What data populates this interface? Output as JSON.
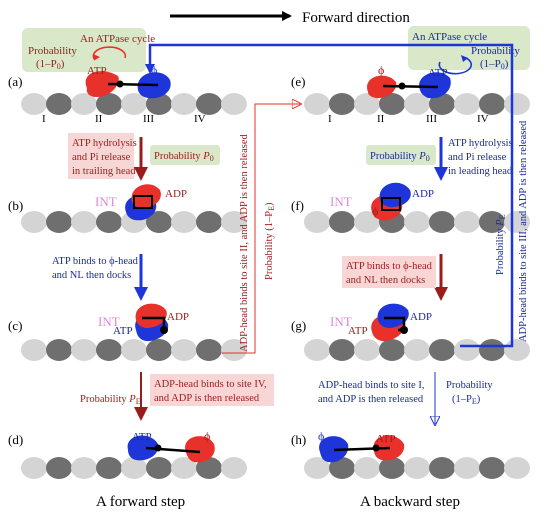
{
  "colors": {
    "red": "#e8312a",
    "blue": "#1e35d9",
    "brown": "#9b1c1c",
    "darkred": "#8b1a1a",
    "navy": "#1b2a9a",
    "pink_bg": "#f9d6d6",
    "green_bg": "#d8e8c9",
    "int_pink": "#d98ad9",
    "site_light": "#d4d4d4",
    "site_dark": "#6f6f6f",
    "black": "#000000"
  },
  "header": {
    "forward_direction": "Forward direction"
  },
  "panels": {
    "a": "(a)",
    "b": "(b)",
    "c": "(c)",
    "d": "(d)",
    "e": "(e)",
    "f": "(f)",
    "g": "(g)",
    "h": "(h)"
  },
  "sites": {
    "I": "I",
    "II": "II",
    "III": "III",
    "IV": "IV"
  },
  "cycle": {
    "left_title": "An ATPase cycle",
    "right_title": "An ATPase  cycle",
    "probability": "Probability",
    "one_minus_p0": "(1–P",
    "sub_0": "0",
    "close_paren": ")"
  },
  "labels": {
    "atp": "ATP",
    "adp": "ADP",
    "phi": "ϕ",
    "int": "INT",
    "left_hydrolysis": [
      "ATP hydrolysis",
      "and Pi release",
      "in trailing head"
    ],
    "right_hydrolysis": [
      "ATP hydrolysis",
      "and Pi release",
      "in leading head"
    ],
    "prob_p0": "Probability ",
    "p": "P",
    "sub_e": "E",
    "atp_binds": [
      "ATP binds to ϕ-head",
      "and NL then docks"
    ],
    "left_adp_site_iv": [
      "ADP-head binds to site IV,",
      "and ADP is then released"
    ],
    "prob_pe": "Probability ",
    "right_adp_site_i": [
      "ADP-head binds to site I,",
      "and ADP is then released"
    ],
    "prob_one_minus_pe": [
      "Probability",
      "(1–P",
      "E",
      ")"
    ],
    "mid_vertical": "ADP-head binds to site II, and ADP is then released",
    "mid_vertical_prob": "Probability (1–P",
    "right_vertical": "ADP-head binds to site III, and ADP is then released",
    "right_vertical_prob": "Probability ",
    "forward_step": "A forward step",
    "backward_step": "A backward step"
  }
}
